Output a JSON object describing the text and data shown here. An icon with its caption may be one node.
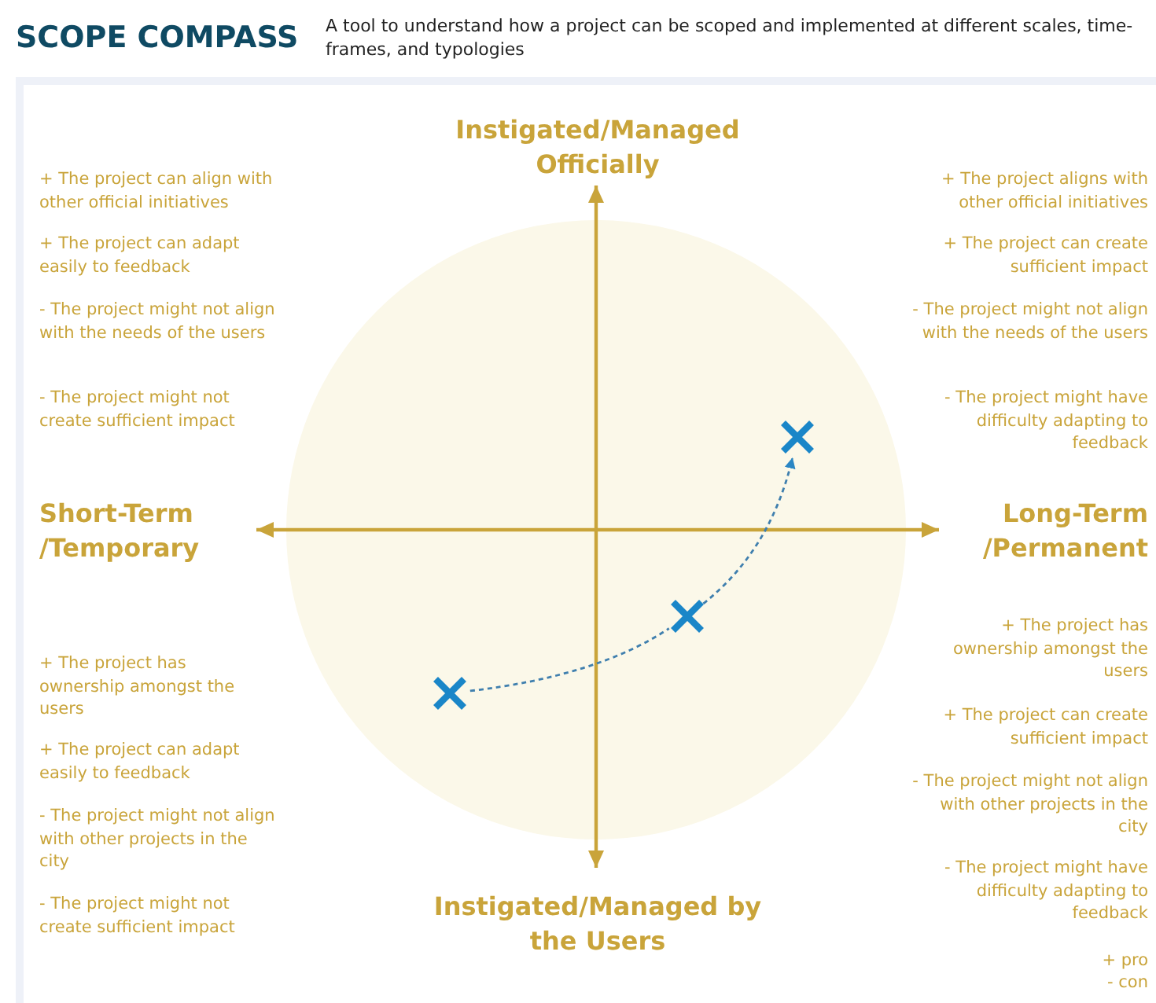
{
  "diagram": {
    "title": "SCOPE COMPASS",
    "caption": "A tool to understand how a project can be scoped and implemented at different scales, time-frames, and typologies",
    "nodes": [
      {
        "text": [],
        "shape": "cross"
      },
      {
        "text": [],
        "shape": "cross"
      },
      {
        "text": [],
        "shape": "cross"
      }
    ],
    "edges": [
      {
        "from": 0,
        "to": 1,
        "arrow": "none",
        "style": "dashed"
      },
      {
        "from": 1,
        "to": 2,
        "arrow": "to",
        "style": "dashed"
      }
    ],
    "labels": [
      "Instigated/Managed Officially",
      "+ The project can align with other official initiatives",
      "+ The project can adapt easily to feedback",
      "- The project might not align with the needs of the users",
      "- The project might not create sufficient impact",
      "+ The project aligns with other official initiatives",
      "+ The project can create sufficient impact",
      "- The project might not align with the needs of the users",
      "- The project might have difficulty adapting to feedback",
      "Short-Term /Temporary",
      "Long-Term /Permanent",
      "+ The project has ownership amongst the users",
      "+ The project can adapt easily to feedback",
      "- The project might not align with other projects in the city",
      "- The project might not create sufficient impact",
      "+ The project has ownership amongst the users",
      "+ The project can create sufficient impact",
      "- The project might not align with other projects in the city",
      "- The project might have difficulty adapting to feedback",
      "Instigated/Managed by the Users",
      "+ pro",
      "- con"
    ]
  }
}
